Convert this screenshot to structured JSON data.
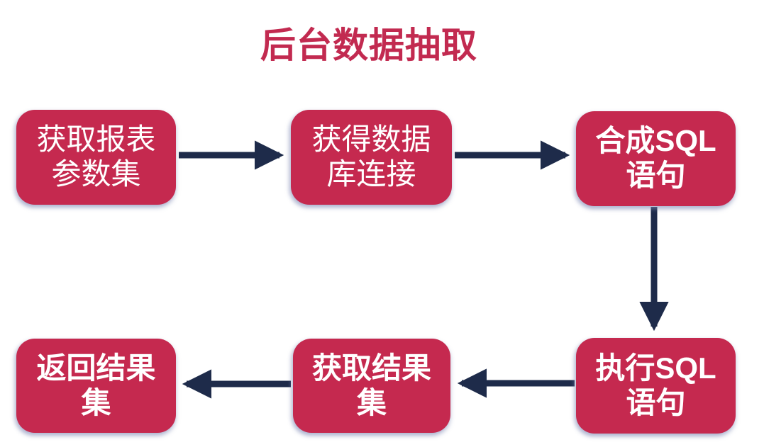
{
  "title": "后台数据抽取",
  "colors": {
    "box_fill": "#c5294f",
    "title_text": "#c22a50",
    "arrow": "#1e2b4a",
    "box_text": "#ffffff",
    "background": "#ffffff"
  },
  "nodes": [
    {
      "id": "get-report-params",
      "line1": "获取报表",
      "line2": "参数集"
    },
    {
      "id": "get-db-connection",
      "line1": "获得数据",
      "line2": "库连接"
    },
    {
      "id": "compose-sql",
      "line1": "合成SQL",
      "line2": "语句"
    },
    {
      "id": "execute-sql",
      "line1": "执行SQL",
      "line2": "语句"
    },
    {
      "id": "get-result-set",
      "line1": "获取结果",
      "line2": "集"
    },
    {
      "id": "return-result-set",
      "line1": "返回结果",
      "line2": "集"
    }
  ],
  "flow": [
    "获取报表参数集 → 获得数据库连接",
    "获得数据库连接 → 合成SQL语句",
    "合成SQL语句 → 执行SQL语句",
    "执行SQL语句 → 获取结果集",
    "获取结果集 → 返回结果集"
  ]
}
